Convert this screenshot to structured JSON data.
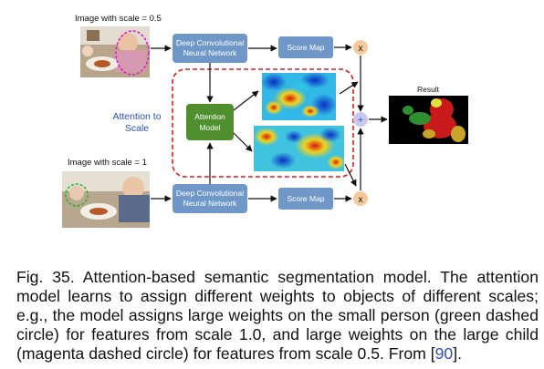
{
  "diagram": {
    "label_image_half": "Image with scale = 0.5",
    "label_image_full": "Image with scale = 1",
    "dcnn_line1": "Deep Convolutional",
    "dcnn_line2": "Neural Network",
    "score_map": "Score Map",
    "attention_to_line1": "Attention to",
    "attention_to_line2": "Scale",
    "attention_model_line1": "Attention",
    "attention_model_line2": "Model",
    "multiply_symbol": "x",
    "add_symbol": "+",
    "result_label": "Result"
  },
  "caption": {
    "text": "Fig. 35. Attention-based semantic segmentation model. The attention model learns to assign different weights to objects of different scales; e.g., the model assigns large weights on the small person (green dashed circle) for features from scale 1.0, and large weights on the large child (magenta dashed circle) for features from scale 0.5. From [",
    "ref": "90",
    "end": "]."
  },
  "colors": {
    "dcnn_box": "#6f98c9",
    "attention_box": "#4f8f2e",
    "op_circle": "#f6c99a",
    "add_circle": "#c9c9ef",
    "dashed_red": "#dd1d1d",
    "attention_text": "#2a4fb5"
  }
}
